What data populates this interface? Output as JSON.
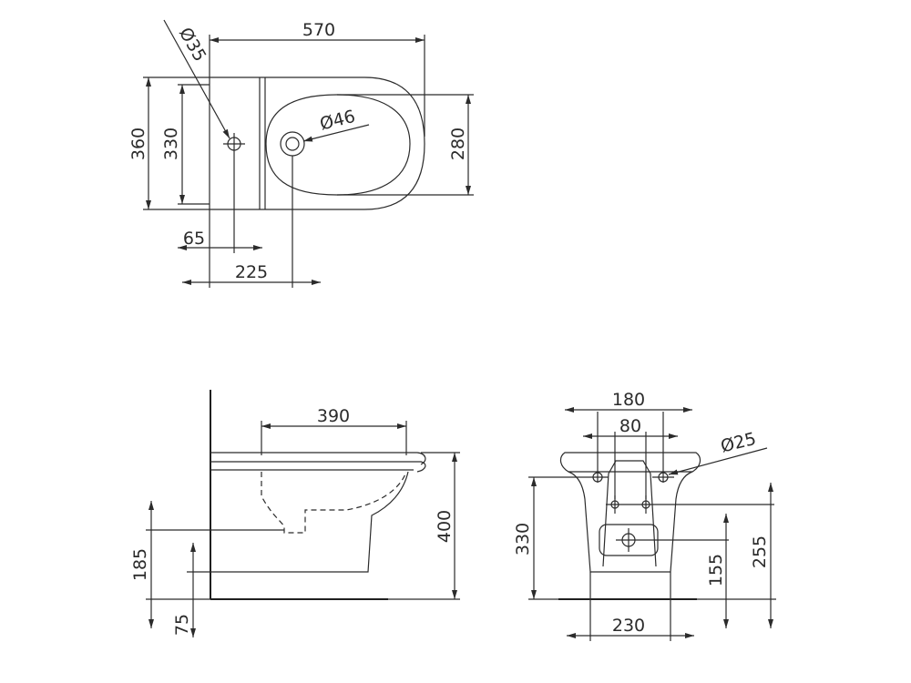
{
  "top_view": {
    "overall_length": "570",
    "overall_width": "360",
    "inner_width": "330",
    "bowl_width": "280",
    "tap_hole_dia": "Ø35",
    "waste_dia": "Ø46",
    "tap_offset": "65",
    "waste_offset": "225"
  },
  "side_view": {
    "bowl_depth": "390",
    "height": "400",
    "pan_level": "185",
    "floor_offset": "75"
  },
  "front_view": {
    "outer_spacing": "180",
    "inner_spacing": "80",
    "fixing_hole_dia": "Ø25",
    "height": "330",
    "upper_level": "255",
    "lower_level": "155",
    "base_width": "230"
  }
}
